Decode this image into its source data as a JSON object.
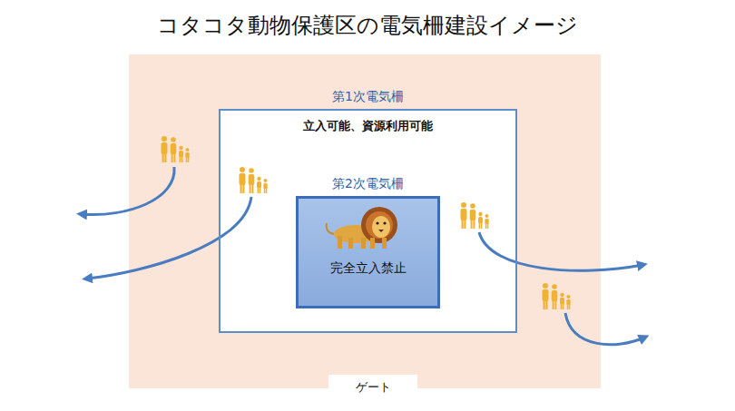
{
  "diagram": {
    "title": "コタコタ動物保護区の電気柵建設イメージ",
    "nodes": [
      {
        "text": [
          "第1次電気柵",
          "立入可能、資源利用可能"
        ]
      },
      {
        "text": [
          "第2次電気柵",
          "完全立入禁止"
        ],
        "in": 0
      },
      {
        "text": [
          "ゲート"
        ]
      }
    ]
  }
}
